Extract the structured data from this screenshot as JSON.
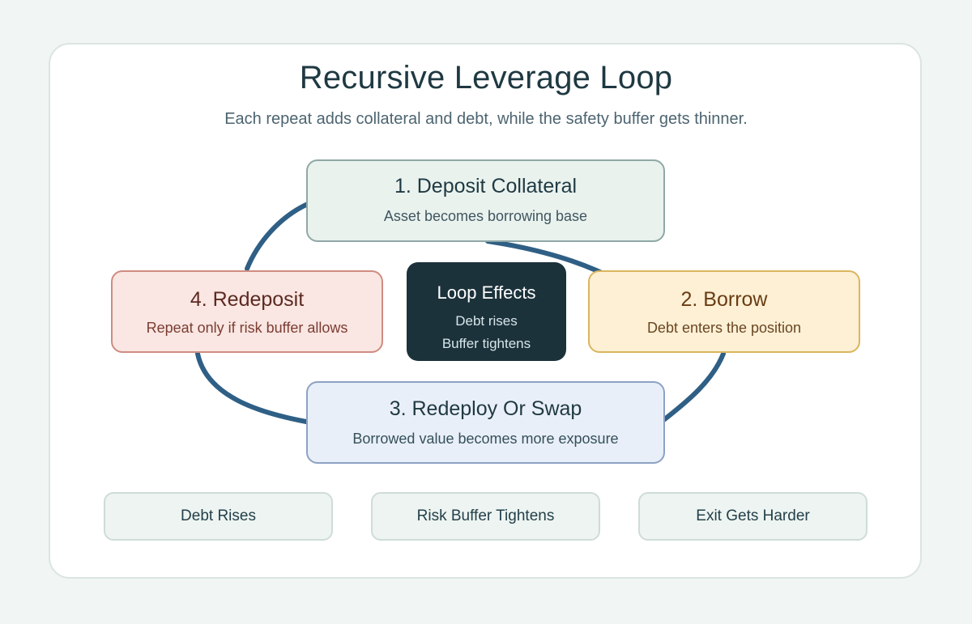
{
  "diagram": {
    "title": "Recursive Leverage Loop",
    "subtitle": "Each repeat adds collateral and debt, while the safety buffer gets thinner.",
    "steps": [
      {
        "label": "1. Deposit Collateral",
        "desc": "Asset becomes borrowing base",
        "fill": "#eaf2ee",
        "border": "#8fa8a6"
      },
      {
        "label": "2. Borrow",
        "desc": "Debt enters the position",
        "fill": "#fdf0d5",
        "border": "#dbb55e"
      },
      {
        "label": "3. Redeploy Or Swap",
        "desc": "Borrowed value becomes more exposure",
        "fill": "#e9eff8",
        "border": "#8da2c4"
      },
      {
        "label": "4. Redeposit",
        "desc": "Repeat only if risk buffer allows",
        "fill": "#fae6e2",
        "border": "#cf8c81"
      }
    ],
    "center": {
      "title": "Loop Effects",
      "lines": [
        "Debt rises",
        "Buffer tightens"
      ],
      "fill": "#1c323b"
    },
    "outcomes": [
      "Debt Rises",
      "Risk Buffer Tightens",
      "Exit Gets Harder"
    ],
    "connector_color": "#2f5f85"
  }
}
